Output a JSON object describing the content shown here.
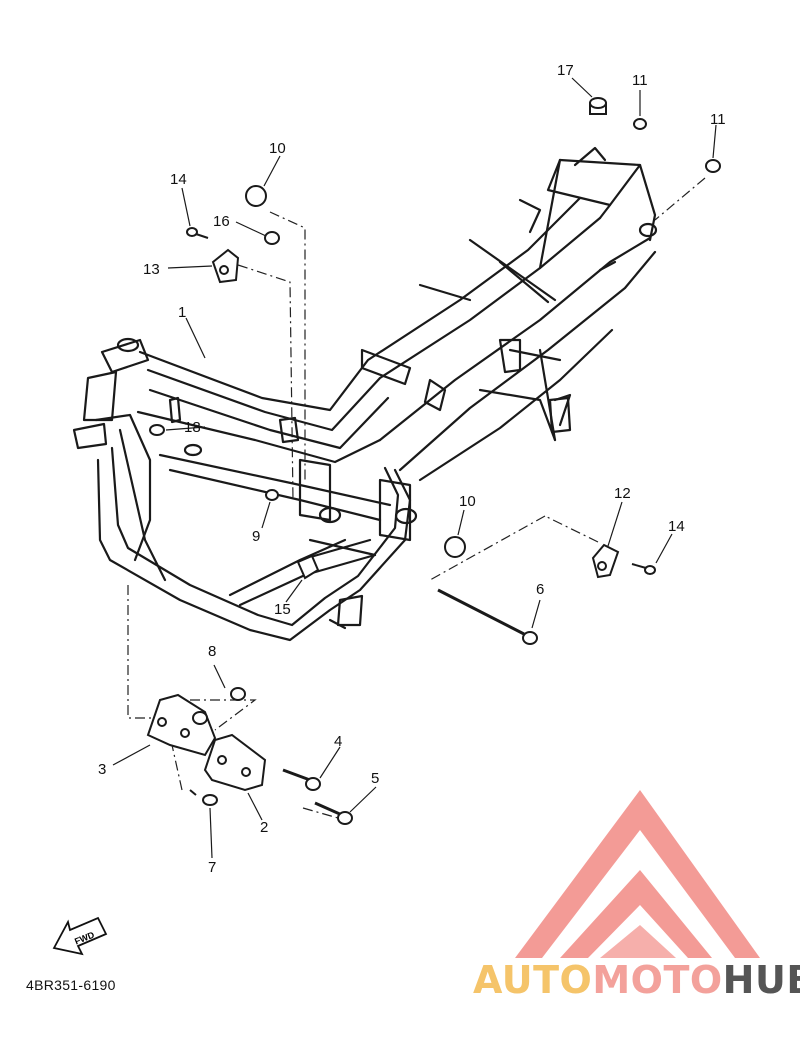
{
  "diagram": {
    "part_code": "4BR351-6190",
    "fwd_label": "FWD",
    "callouts": {
      "n1": "1",
      "n2": "2",
      "n3": "3",
      "n4": "4",
      "n5": "5",
      "n6": "6",
      "n7": "7",
      "n8": "8",
      "n9": "9",
      "n10a": "10",
      "n10b": "10",
      "n11a": "11",
      "n11b": "11",
      "n12": "12",
      "n13": "13",
      "n14a": "14",
      "n14b": "14",
      "n15": "15",
      "n16": "16",
      "n17": "17",
      "n18": "18"
    }
  },
  "watermark": {
    "part1": "AUTO",
    "part2": "MOTO",
    "part3": "HUB",
    "color1": "#f5c46a",
    "color2": "#f3a19b",
    "color3": "#555555",
    "logo_color": "#f28a84"
  }
}
